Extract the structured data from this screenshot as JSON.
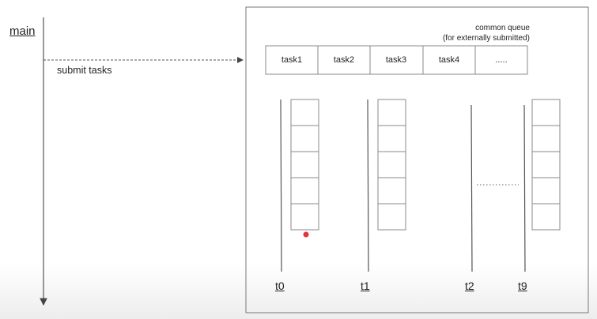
{
  "main": {
    "label": "main"
  },
  "arrow": {
    "label": "submit tasks"
  },
  "common_queue": {
    "caption_line1": "common queue",
    "caption_line2": "(for externally submitted)",
    "tasks": [
      "task1",
      "task2",
      "task3",
      "task4",
      "....."
    ]
  },
  "threads": [
    {
      "label": "t0",
      "show_deque": true,
      "has_marker": true
    },
    {
      "label": "t1",
      "show_deque": true,
      "has_marker": false
    },
    {
      "label": "t2",
      "show_deque": false,
      "has_marker": false
    },
    {
      "label": "t9",
      "show_deque": true,
      "has_marker": false
    }
  ],
  "colors": {
    "line": "#555555",
    "box": "#888888",
    "marker": "#e8323c"
  }
}
